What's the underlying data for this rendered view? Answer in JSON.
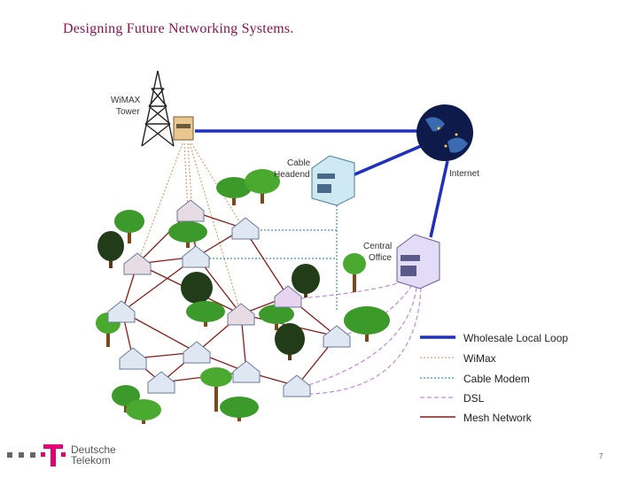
{
  "title": "Designing Future Networking Systems.",
  "labels": {
    "wimax_tower": [
      "WiMAX",
      "Tower"
    ],
    "cable_headend": [
      "Cable",
      "Headend"
    ],
    "internet": "Internet",
    "central_office": [
      "Central",
      "Office"
    ]
  },
  "legend": [
    {
      "label": "Wholesale Local Loop",
      "color": "#1f2fbf",
      "style": "solid-thick"
    },
    {
      "label": "WiMax",
      "color": "#d9a070",
      "style": "dotted"
    },
    {
      "label": "Cable Modem",
      "color": "#3a8fc0",
      "style": "dotted"
    },
    {
      "label": "DSL",
      "color": "#c08adc",
      "style": "dashed"
    },
    {
      "label": "Mesh Network",
      "color": "#8b1a1a",
      "style": "solid"
    }
  ],
  "brand": [
    "Deutsche",
    "Telekom"
  ],
  "page_number": "7",
  "colors": {
    "title": "#8a1450",
    "magenta": "#e20074",
    "loop": "#1f2fbf",
    "mesh": "#8b1a1a"
  }
}
